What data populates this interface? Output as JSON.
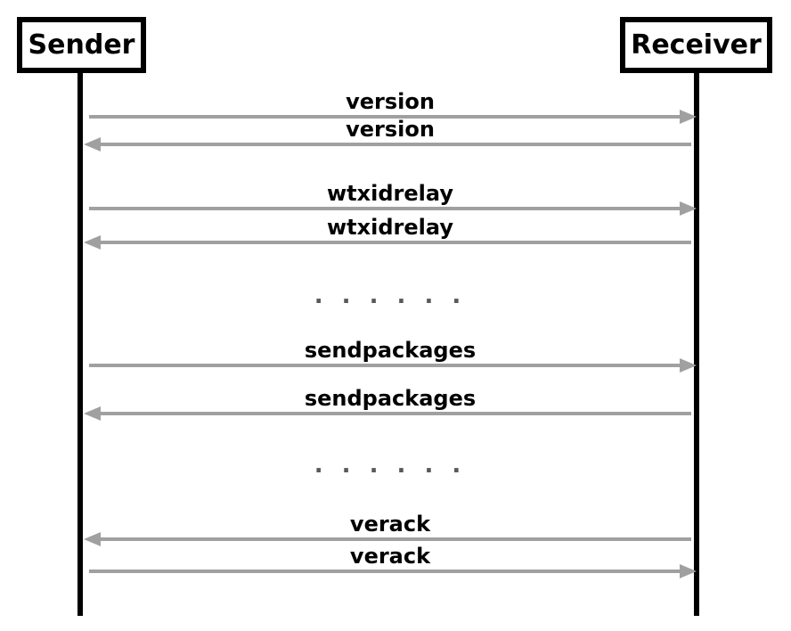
{
  "diagram": {
    "type": "sequence",
    "actors": {
      "left": "Sender",
      "right": "Receiver"
    },
    "messages": [
      {
        "label": "version",
        "from": "Sender",
        "to": "Receiver",
        "direction": "right"
      },
      {
        "label": "version",
        "from": "Receiver",
        "to": "Sender",
        "direction": "left"
      },
      {
        "label": "wtxidrelay",
        "from": "Sender",
        "to": "Receiver",
        "direction": "right"
      },
      {
        "label": "wtxidrelay",
        "from": "Receiver",
        "to": "Sender",
        "direction": "left"
      },
      {
        "label": ". . . . . .",
        "kind": "ellipsis"
      },
      {
        "label": "sendpackages",
        "from": "Sender",
        "to": "Receiver",
        "direction": "right"
      },
      {
        "label": "sendpackages",
        "from": "Receiver",
        "to": "Sender",
        "direction": "left"
      },
      {
        "label": ". . . . . .",
        "kind": "ellipsis"
      },
      {
        "label": "verack",
        "from": "Receiver",
        "to": "Sender",
        "direction": "left"
      },
      {
        "label": "verack",
        "from": "Sender",
        "to": "Receiver",
        "direction": "right"
      }
    ],
    "colors": {
      "actor_border": "#000000",
      "actor_text": "#000000",
      "lifeline": "#000000",
      "arrow": "#a0a0a0",
      "message_text": "#000000",
      "ellipsis": "#595959",
      "background": "#ffffff"
    }
  }
}
